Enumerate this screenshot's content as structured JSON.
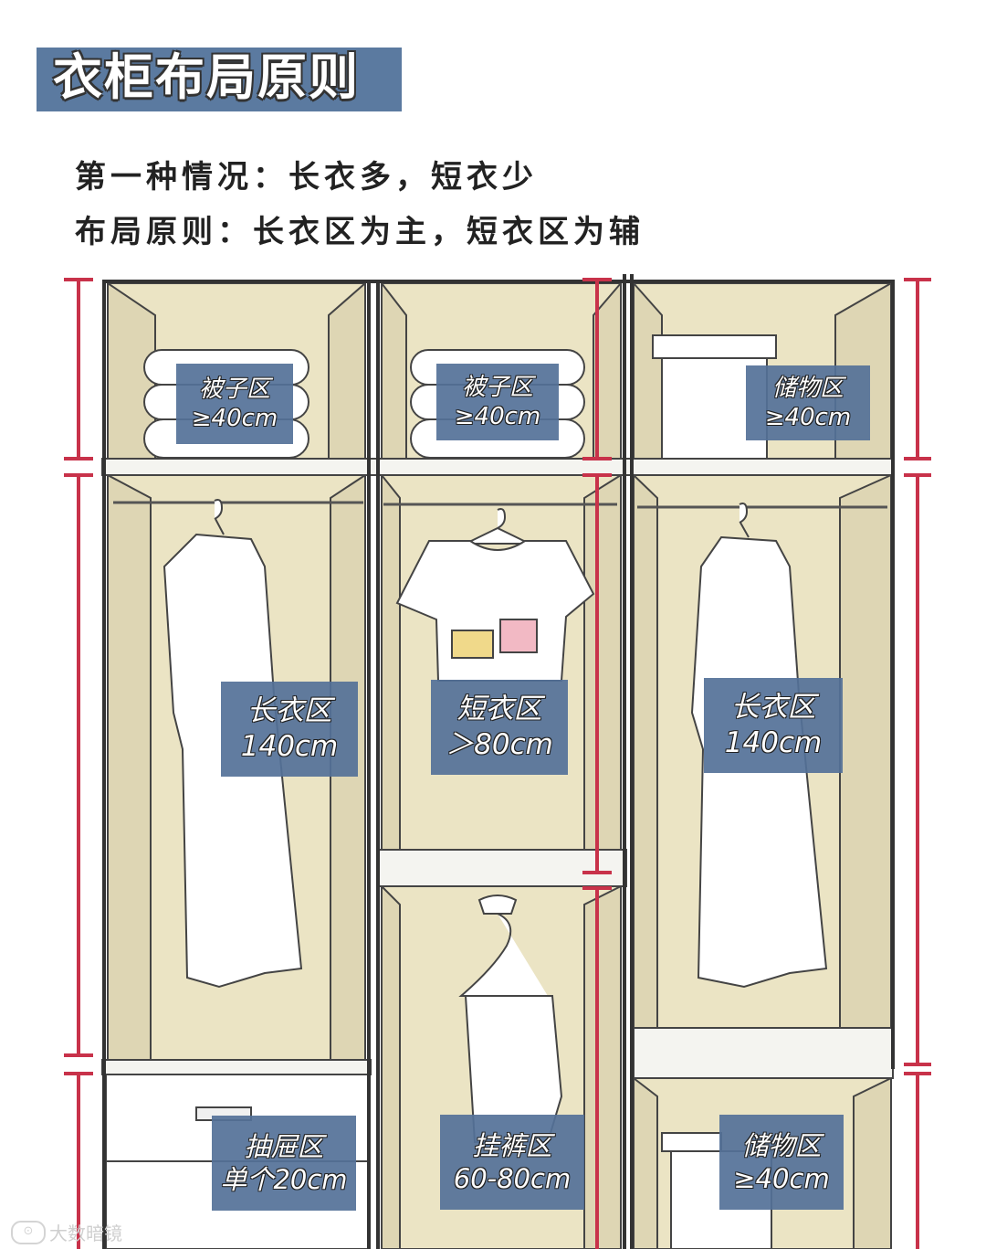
{
  "title": "衣柜布局原则",
  "subtitle_line1": "第一种情况：长衣多，短衣少",
  "subtitle_line2": "布局原则：长衣区为主，短衣区为辅",
  "zones": {
    "quilt_left": {
      "name": "被子区",
      "size": "≥40cm"
    },
    "quilt_middle": {
      "name": "被子区",
      "size": "≥40cm"
    },
    "storage_top": {
      "name": "储物区",
      "size": "≥40cm"
    },
    "long_left": {
      "name": "长衣区",
      "size": "140cm"
    },
    "short_middle": {
      "name": "短衣区",
      "size": "＞80cm"
    },
    "long_right": {
      "name": "长衣区",
      "size": "140cm"
    },
    "drawer": {
      "name": "抽屉区",
      "size": "单个20cm"
    },
    "pants": {
      "name": "挂裤区",
      "size": "60-80cm"
    },
    "storage_bottom": {
      "name": "储物区",
      "size": "≥40cm"
    }
  },
  "watermark": "大数暗镜",
  "colors": {
    "label_bg": "#5b7aa0",
    "cabinet_fill": "#ebe4c4",
    "dimension_line": "#c8324a"
  }
}
